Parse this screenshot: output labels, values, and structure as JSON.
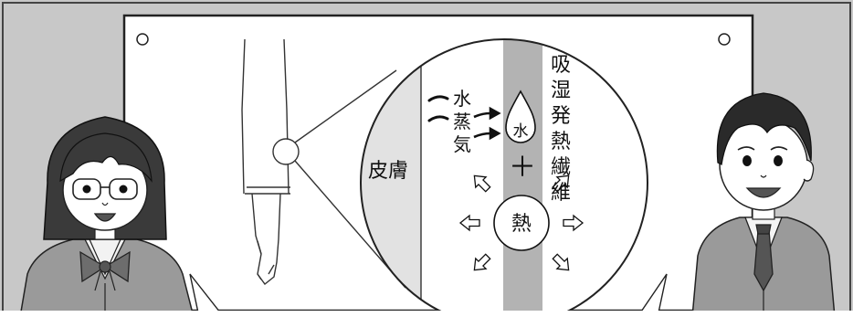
{
  "labels": {
    "skin": "皮膚",
    "water_vapor": [
      "水",
      "蒸",
      "気"
    ],
    "water": "水",
    "plus": "＋",
    "heat": "熱",
    "fiber": [
      "吸",
      "湿",
      "発",
      "熱",
      "繊",
      "維"
    ]
  },
  "colors": {
    "wall": "#c8c8c8",
    "board": "#ffffff",
    "outline": "#222222",
    "skin_layer": "#e2e2e2",
    "fiber_band": "#b3b3b3"
  },
  "icons": [
    "pin-icon",
    "arrow-icon",
    "water-drop-icon"
  ]
}
